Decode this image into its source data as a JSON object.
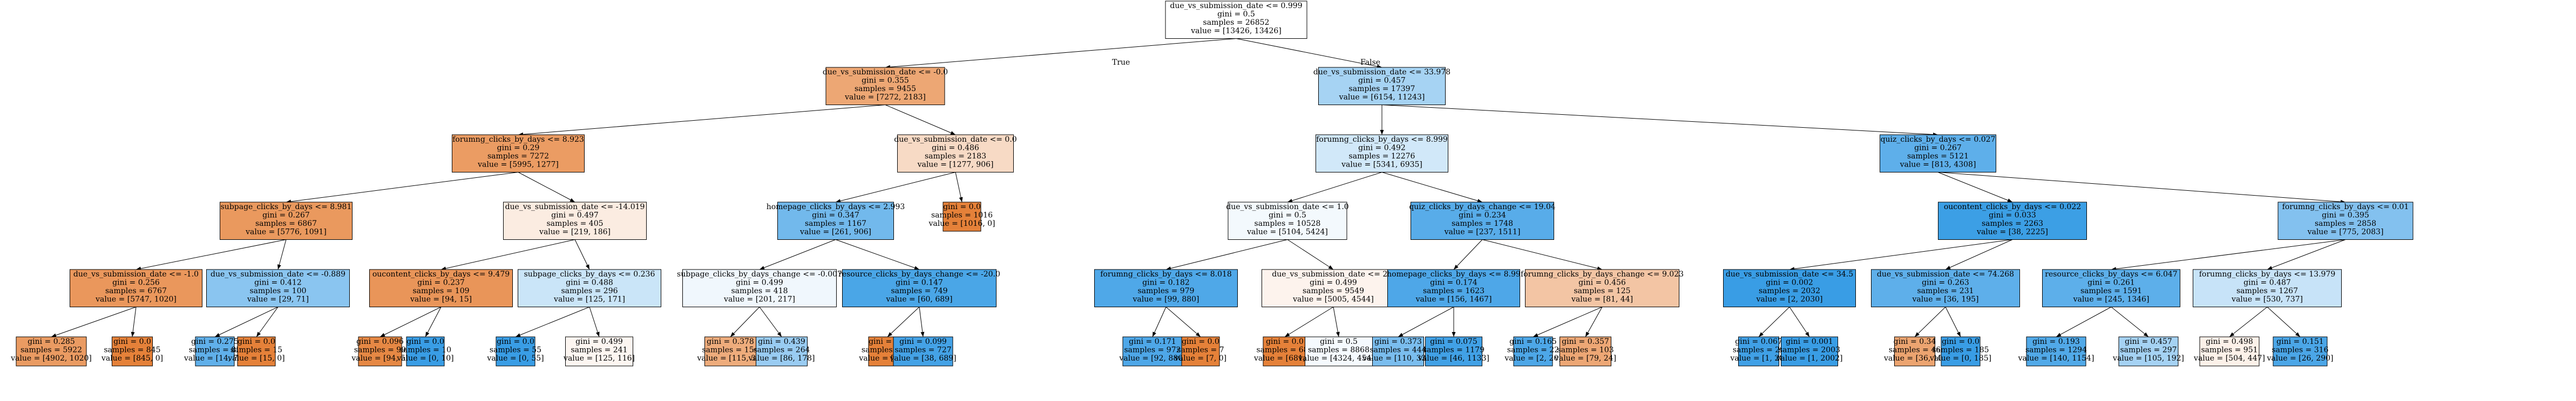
{
  "edge_labels": {
    "true_label": "True",
    "false_label": "False"
  },
  "colors": {
    "class0_orange": "#e58139",
    "class1_blue": "#399de5",
    "border": "#000000"
  },
  "nodes": [
    {
      "id": "n0",
      "lines": [
        "due_vs_submission_date <= 0.999",
        "gini = 0.5",
        "samples = 26852",
        "value = [13426, 13426]"
      ],
      "fill": "#ffffff"
    },
    {
      "id": "n1",
      "lines": [
        "due_vs_submission_date <= -0.0",
        "gini = 0.355",
        "samples = 9455",
        "value = [7272, 2183]"
      ],
      "fill": "#eda774"
    },
    {
      "id": "n2",
      "lines": [
        "due_vs_submission_date <= 33.978",
        "gini = 0.457",
        "samples = 17397",
        "value = [6154, 11243]"
      ],
      "fill": "#a6d3f3"
    },
    {
      "id": "n3",
      "lines": [
        "forumng_clicks_by_days <= 8.923",
        "gini = 0.29",
        "samples = 7272",
        "value = [5995, 1277]"
      ],
      "fill": "#eb9c63"
    },
    {
      "id": "n4",
      "lines": [
        "due_vs_submission_date <= 0.0",
        "gini = 0.486",
        "samples = 2183",
        "value = [1277, 906]"
      ],
      "fill": "#f7dac5"
    },
    {
      "id": "n5",
      "lines": [
        "forumng_clicks_by_days <= 8.999",
        "gini = 0.492",
        "samples = 12276",
        "value = [5341, 6935]"
      ],
      "fill": "#d1e8f9"
    },
    {
      "id": "n6",
      "lines": [
        "quiz_clicks_by_days <= 0.027",
        "gini = 0.267",
        "samples = 5121",
        "value = [813, 4308]"
      ],
      "fill": "#5eafea"
    },
    {
      "id": "n7",
      "lines": [
        "subpage_clicks_by_days <= 8.981",
        "gini = 0.267",
        "samples = 6867",
        "value = [5776, 1091]"
      ],
      "fill": "#ea995e"
    },
    {
      "id": "n8",
      "lines": [
        "due_vs_submission_date <= -14.019",
        "gini = 0.497",
        "samples = 405",
        "value = [219, 186]"
      ],
      "fill": "#fbece1"
    },
    {
      "id": "n9",
      "lines": [
        "homepage_clicks_by_days <= 2.993",
        "gini = 0.347",
        "samples = 1167",
        "value = [261, 906]"
      ],
      "fill": "#72b9ec"
    },
    {
      "id": "n10",
      "lines": [
        "gini = 0.0",
        "samples = 1016",
        "value = [1016, 0]"
      ],
      "fill": "#e58139"
    },
    {
      "id": "n11",
      "lines": [
        "due_vs_submission_date <= 1.0",
        "gini = 0.5",
        "samples = 10528",
        "value = [5104, 5424]"
      ],
      "fill": "#f3f9fd"
    },
    {
      "id": "n12",
      "lines": [
        "quiz_clicks_by_days_change <= 19.04",
        "gini = 0.234",
        "samples = 1748",
        "value = [237, 1511]"
      ],
      "fill": "#58ace9"
    },
    {
      "id": "n13",
      "lines": [
        "oucontent_clicks_by_days <= 0.022",
        "gini = 0.033",
        "samples = 2263",
        "value = [38, 2225]"
      ],
      "fill": "#3c9fe5"
    },
    {
      "id": "n14",
      "lines": [
        "forumng_clicks_by_days <= 0.01",
        "gini = 0.395",
        "samples = 2858",
        "value = [775, 2083]"
      ],
      "fill": "#83c1ef"
    },
    {
      "id": "n15",
      "lines": [
        "due_vs_submission_date <= -1.0",
        "gini = 0.256",
        "samples = 6767",
        "value = [5747, 1020]"
      ],
      "fill": "#ea975c"
    },
    {
      "id": "n16",
      "lines": [
        "due_vs_submission_date <= -0.889",
        "gini = 0.412",
        "samples = 100",
        "value = [29, 71]"
      ],
      "fill": "#8ac5f0"
    },
    {
      "id": "n17",
      "lines": [
        "oucontent_clicks_by_days <= 9.479",
        "gini = 0.237",
        "samples = 109",
        "value = [94, 15]"
      ],
      "fill": "#e99559"
    },
    {
      "id": "n18",
      "lines": [
        "subpage_clicks_by_days <= 0.236",
        "gini = 0.488",
        "samples = 296",
        "value = [125, 171]"
      ],
      "fill": "#cae5f8"
    },
    {
      "id": "n19",
      "lines": [
        "subpage_clicks_by_days_change <= -0.007",
        "gini = 0.499",
        "samples = 418",
        "value = [201, 217]"
      ],
      "fill": "#f0f7fd"
    },
    {
      "id": "n20",
      "lines": [
        "resource_clicks_by_days_change <= -20.0",
        "gini = 0.147",
        "samples = 749",
        "value = [60, 689]"
      ],
      "fill": "#4aa6e7"
    },
    {
      "id": "n21",
      "lines": [
        "forumng_clicks_by_days <= 8.018",
        "gini = 0.182",
        "samples = 979",
        "value = [99, 880]"
      ],
      "fill": "#4fa8e8"
    },
    {
      "id": "n22",
      "lines": [
        "due_vs_submission_date <= 2.0",
        "gini = 0.499",
        "samples = 9549",
        "value = [5005, 4544]"
      ],
      "fill": "#fdf3ed"
    },
    {
      "id": "n23",
      "lines": [
        "homepage_clicks_by_days <= 8.99",
        "gini = 0.174",
        "samples = 1623",
        "value = [156, 1467]"
      ],
      "fill": "#4ea7e8"
    },
    {
      "id": "n24",
      "lines": [
        "forumng_clicks_by_days_change <= 9.023",
        "gini = 0.456",
        "samples = 125",
        "value = [81, 44]"
      ],
      "fill": "#f3c5a4"
    },
    {
      "id": "n25",
      "lines": [
        "due_vs_submission_date <= 34.5",
        "gini = 0.002",
        "samples = 2032",
        "value = [2, 2030]"
      ],
      "fill": "#399de5"
    },
    {
      "id": "n26",
      "lines": [
        "due_vs_submission_date <= 74.268",
        "gini = 0.263",
        "samples = 231",
        "value = [36, 195]"
      ],
      "fill": "#5eafea"
    },
    {
      "id": "n27",
      "lines": [
        "resource_clicks_by_days <= 6.047",
        "gini = 0.261",
        "samples = 1591",
        "value = [245, 1346]"
      ],
      "fill": "#5dafea"
    },
    {
      "id": "n28",
      "lines": [
        "forumng_clicks_by_days <= 13.979",
        "gini = 0.487",
        "samples = 1267",
        "value = [530, 737]"
      ],
      "fill": "#c7e3f8"
    },
    {
      "id": "n29",
      "lines": [
        "gini = 0.285",
        "samples = 5922",
        "value = [4902, 1020]"
      ],
      "fill": "#ea9b62"
    },
    {
      "id": "n30",
      "lines": [
        "gini = 0.0",
        "samples = 845",
        "value = [845, 0]"
      ],
      "fill": "#e58139"
    },
    {
      "id": "n31",
      "lines": [
        "gini = 0.275",
        "samples = 85",
        "value = [14, 71]"
      ],
      "fill": "#60b0ea"
    },
    {
      "id": "n32",
      "lines": [
        "gini = 0.0",
        "samples = 15",
        "value = [15, 0]"
      ],
      "fill": "#e58139"
    },
    {
      "id": "n33",
      "lines": [
        "gini = 0.096",
        "samples = 99",
        "value = [94, 5]"
      ],
      "fill": "#e68844"
    },
    {
      "id": "n34",
      "lines": [
        "gini = 0.0",
        "samples = 10",
        "value = [0, 10]"
      ],
      "fill": "#399de5"
    },
    {
      "id": "n35",
      "lines": [
        "gini = 0.0",
        "samples = 55",
        "value = [0, 55]"
      ],
      "fill": "#399de5"
    },
    {
      "id": "n36",
      "lines": [
        "gini = 0.499",
        "samples = 241",
        "value = [125, 116]"
      ],
      "fill": "#fdf6f1"
    },
    {
      "id": "n37",
      "lines": [
        "gini = 0.378",
        "samples = 154",
        "value = [115, 39]"
      ],
      "fill": "#eeac7c"
    },
    {
      "id": "n38",
      "lines": [
        "gini = 0.439",
        "samples = 264",
        "value = [86, 178]"
      ],
      "fill": "#99ccf2"
    },
    {
      "id": "n39",
      "lines": [
        "gini = 0.0",
        "samples = 22",
        "value = [22, 0]"
      ],
      "fill": "#e58139"
    },
    {
      "id": "n40",
      "lines": [
        "gini = 0.099",
        "samples = 727",
        "value = [38, 689]"
      ],
      "fill": "#44a2e6"
    },
    {
      "id": "n41",
      "lines": [
        "gini = 0.171",
        "samples = 972",
        "value = [92, 880]"
      ],
      "fill": "#4ea7e8"
    },
    {
      "id": "n42",
      "lines": [
        "gini = 0.0",
        "samples = 7",
        "value = [7, 0]"
      ],
      "fill": "#e58139"
    },
    {
      "id": "n43",
      "lines": [
        "gini = 0.0",
        "samples = 681",
        "value = [681, 0]"
      ],
      "fill": "#e58139"
    },
    {
      "id": "n44",
      "lines": [
        "gini = 0.5",
        "samples = 8868",
        "value = [4324, 4544]"
      ],
      "fill": "#f5fafe"
    },
    {
      "id": "n45",
      "lines": [
        "gini = 0.373",
        "samples = 444",
        "value = [110, 334]"
      ],
      "fill": "#7abdee"
    },
    {
      "id": "n46",
      "lines": [
        "gini = 0.075",
        "samples = 1179",
        "value = [46, 1133]"
      ],
      "fill": "#41a1e6"
    },
    {
      "id": "n47",
      "lines": [
        "gini = 0.165",
        "samples = 22",
        "value = [2, 20]"
      ],
      "fill": "#4da7e8"
    },
    {
      "id": "n48",
      "lines": [
        "gini = 0.357",
        "samples = 103",
        "value = [79, 24]"
      ],
      "fill": "#eda775"
    },
    {
      "id": "n49",
      "lines": [
        "gini = 0.067",
        "samples = 29",
        "value = [1, 28]"
      ],
      "fill": "#40a0e6"
    },
    {
      "id": "n50",
      "lines": [
        "gini = 0.001",
        "samples = 2003",
        "value = [1, 2002]"
      ],
      "fill": "#399de5"
    },
    {
      "id": "n51",
      "lines": [
        "gini = 0.34",
        "samples = 46",
        "value = [36, 10]"
      ],
      "fill": "#eca470"
    },
    {
      "id": "n52",
      "lines": [
        "gini = 0.0",
        "samples = 185",
        "value = [0, 185]"
      ],
      "fill": "#399de5"
    },
    {
      "id": "n53",
      "lines": [
        "gini = 0.193",
        "samples = 1294",
        "value = [140, 1154]"
      ],
      "fill": "#51a9e8"
    },
    {
      "id": "n54",
      "lines": [
        "gini = 0.457",
        "samples = 297",
        "value = [105, 192]"
      ],
      "fill": "#a5d2f3"
    },
    {
      "id": "n55",
      "lines": [
        "gini = 0.498",
        "samples = 951",
        "value = [504, 447]"
      ],
      "fill": "#fcf1e9"
    },
    {
      "id": "n56",
      "lines": [
        "gini = 0.151",
        "samples = 316",
        "value = [26, 290]"
      ],
      "fill": "#4ba6e7"
    }
  ],
  "edges": [
    [
      "n0",
      "n1"
    ],
    [
      "n0",
      "n2"
    ],
    [
      "n1",
      "n3"
    ],
    [
      "n1",
      "n4"
    ],
    [
      "n2",
      "n5"
    ],
    [
      "n2",
      "n6"
    ],
    [
      "n3",
      "n7"
    ],
    [
      "n3",
      "n8"
    ],
    [
      "n4",
      "n9"
    ],
    [
      "n4",
      "n10"
    ],
    [
      "n5",
      "n11"
    ],
    [
      "n5",
      "n12"
    ],
    [
      "n6",
      "n13"
    ],
    [
      "n6",
      "n14"
    ],
    [
      "n7",
      "n15"
    ],
    [
      "n7",
      "n16"
    ],
    [
      "n8",
      "n17"
    ],
    [
      "n8",
      "n18"
    ],
    [
      "n9",
      "n19"
    ],
    [
      "n9",
      "n20"
    ],
    [
      "n11",
      "n21"
    ],
    [
      "n11",
      "n22"
    ],
    [
      "n12",
      "n23"
    ],
    [
      "n12",
      "n24"
    ],
    [
      "n13",
      "n25"
    ],
    [
      "n13",
      "n26"
    ],
    [
      "n14",
      "n27"
    ],
    [
      "n14",
      "n28"
    ],
    [
      "n15",
      "n29"
    ],
    [
      "n15",
      "n30"
    ],
    [
      "n16",
      "n31"
    ],
    [
      "n16",
      "n32"
    ],
    [
      "n17",
      "n33"
    ],
    [
      "n17",
      "n34"
    ],
    [
      "n18",
      "n35"
    ],
    [
      "n18",
      "n36"
    ],
    [
      "n19",
      "n37"
    ],
    [
      "n19",
      "n38"
    ],
    [
      "n20",
      "n39"
    ],
    [
      "n20",
      "n40"
    ],
    [
      "n21",
      "n41"
    ],
    [
      "n21",
      "n42"
    ],
    [
      "n22",
      "n43"
    ],
    [
      "n22",
      "n44"
    ],
    [
      "n23",
      "n45"
    ],
    [
      "n23",
      "n46"
    ],
    [
      "n24",
      "n47"
    ],
    [
      "n24",
      "n48"
    ],
    [
      "n25",
      "n49"
    ],
    [
      "n25",
      "n50"
    ],
    [
      "n26",
      "n51"
    ],
    [
      "n26",
      "n52"
    ],
    [
      "n27",
      "n53"
    ],
    [
      "n27",
      "n54"
    ],
    [
      "n28",
      "n55"
    ],
    [
      "n28",
      "n56"
    ]
  ]
}
